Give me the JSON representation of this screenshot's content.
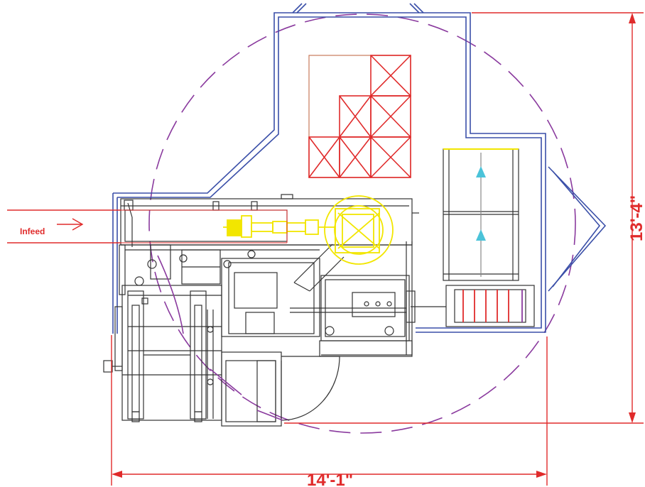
{
  "dimensions": {
    "width_label": "14'-1\"",
    "height_label": "13'-4\""
  },
  "infeed": {
    "label": "Infeed"
  },
  "colors": {
    "enclosure": "#3a4fa8",
    "dimension": "#e02b2b",
    "robot_reach": "#8a3a9e",
    "robot": "#f2e600",
    "machinery": "#333333",
    "pallet": "#e02b2b",
    "flow_arrow": "#4bc3d9"
  }
}
